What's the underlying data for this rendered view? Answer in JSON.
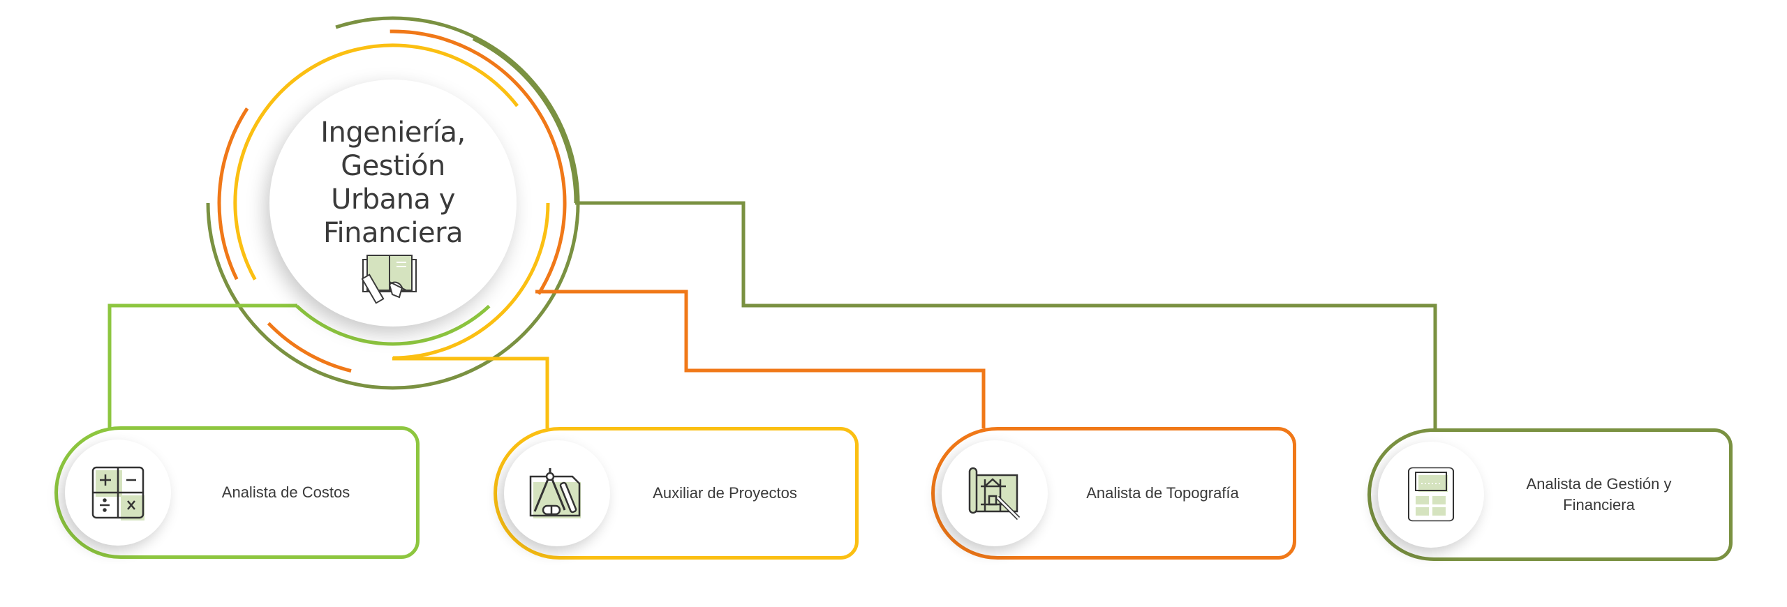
{
  "colors": {
    "lime": "#8dc63f",
    "yellow": "#fbbf12",
    "orange": "#f07818",
    "olive": "#7a9141",
    "icon_fill": "#d5e3bf",
    "text": "#3a3a3a"
  },
  "hub": {
    "title_lines": [
      "Ingeniería,",
      "Gestión",
      "Urbana y",
      "Financiera"
    ],
    "icon": "book-ruler-pencil-icon"
  },
  "cards": [
    {
      "label": "Analista de Costos",
      "icon": "calculator-operations-icon"
    },
    {
      "label": "Auxiliar de Proyectos",
      "icon": "compass-drawing-icon"
    },
    {
      "label": "Analista de Topografía",
      "icon": "blueprint-icon"
    },
    {
      "label": "Analista de Gestión y Financiera",
      "icon": "calculator-icon"
    }
  ]
}
